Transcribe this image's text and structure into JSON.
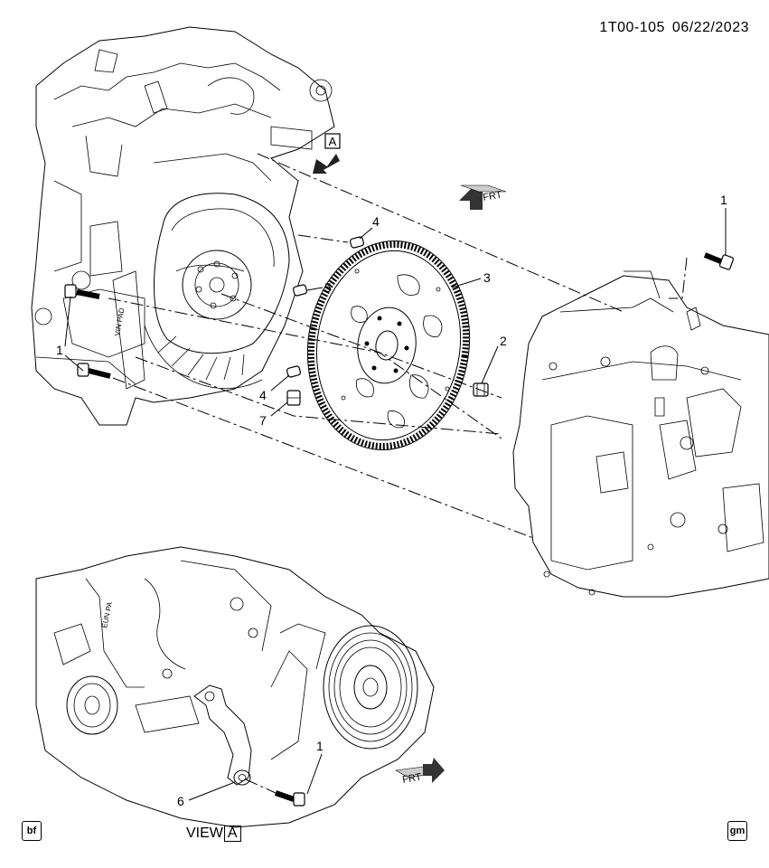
{
  "header": {
    "code": "1T00-105",
    "date": "06/22/2023"
  },
  "callouts": [
    {
      "label": "1"
    },
    {
      "label": "1"
    },
    {
      "label": "1"
    },
    {
      "label": "2"
    },
    {
      "label": "3"
    },
    {
      "label": "4"
    },
    {
      "label": "4"
    },
    {
      "label": "5"
    },
    {
      "label": "6"
    },
    {
      "label": "7"
    }
  ],
  "view_marker": "A",
  "view_label": {
    "prefix": "VIEW",
    "letter": "A"
  },
  "front_arrow_label": "FRT",
  "logos": {
    "left": "bf",
    "right": "gm"
  }
}
